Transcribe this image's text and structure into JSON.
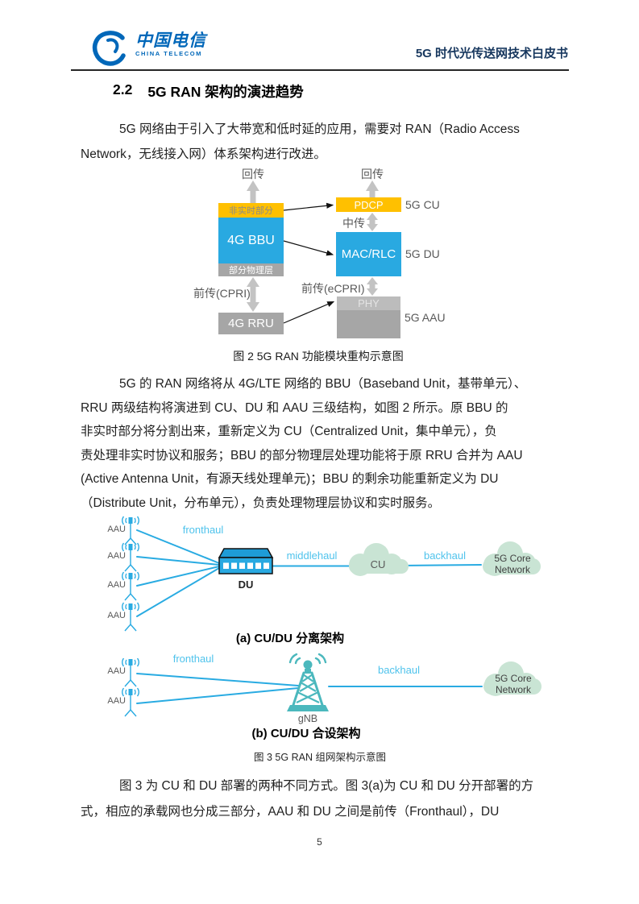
{
  "header": {
    "logo_zh": "中国电信",
    "logo_en": "CHINA TELECOM",
    "doc_title": "5G 时代光传送网技术白皮书"
  },
  "section": {
    "number": "2.2",
    "title": "5G RAN 架构的演进趋势"
  },
  "paragraphs": {
    "p1": [
      "5G 网络由于引入了大带宽和低时延的应用，需要对 RAN（Radio  Access",
      "Network，无线接入网）体系架构进行改进。"
    ],
    "p2": [
      "5G 的 RAN 网络将从 4G/LTE 网络的 BBU（Baseband Unit，基带单元）、",
      "RRU 两级结构将演进到 CU、DU 和  AAU 三级结构，如图  2 所示。原 BBU 的",
      "非实时部分将分割出来，重新定义为 CU（Centralized   Unit，集中单元），负",
      "责处理非实时协议和服务；BBU 的部分物理层处理功能将于原  RRU 合并为 AAU",
      "(Active  Antenna  Unit，有源天线处理单元)；BBU 的剩余功能重新定义为 DU",
      "（Distribute Unit，分布单元），负责处理物理层协议和实时服务。"
    ],
    "p3": [
      "图  3 为 CU 和 DU 部署的两种不同方式。图 3(a)为 CU 和 DU 分开部署的方",
      "式，相应的承载网也分成三部分，AAU  和  DU  之间是前传（Fronthaul），DU"
    ]
  },
  "figure2": {
    "caption": "图  2 5G RAN 功能模块重构示意图",
    "boxes": {
      "non_realtime": "非实时部分",
      "bbu": "4G BBU",
      "partial_phy": "部分物理层",
      "rru": "4G RRU",
      "pdcp": "PDCP",
      "mac_rlc": "MAC/RLC",
      "phy": "PHY"
    },
    "labels": {
      "backhaul_left": "回传",
      "backhaul_right": "回传",
      "midhaul": "中传",
      "fronthaul_cpri": "前传(CPRI)",
      "fronthaul_ecpri": "前传(eCPRI)",
      "cu": "5G CU",
      "du": "5G DU",
      "aau": "5G AAU"
    },
    "colors": {
      "orange": "#FFC000",
      "blue": "#29A9E1",
      "gray": "#A6A6A6",
      "arrow_gray": "#C3C3C3"
    }
  },
  "figure3": {
    "caption": "图  3 5G RAN 组网架构示意图",
    "sub_a": {
      "caption": "(a) CU/DU 分离架构",
      "aau_labels": [
        "AAU",
        "AAU",
        "AAU",
        "AAU"
      ],
      "du": "DU",
      "fronthaul": "fronthaul",
      "middlehaul": "middlehaul",
      "backhaul": "backhaul",
      "cu_cloud": "CU",
      "core_cloud": [
        "5G Core",
        "Network"
      ]
    },
    "sub_b": {
      "caption": "(b) CU/DU 合设架构",
      "aau_labels": [
        "AAU",
        "AAU"
      ],
      "gnb": "gNB",
      "fronthaul": "fronthaul",
      "backhaul": "backhaul",
      "core_cloud": [
        "5G Core",
        "Network"
      ]
    },
    "colors": {
      "line_cyan": "#29ABE2",
      "label_cyan": "#4FC3EC",
      "cloud_green": "#C9E4D4",
      "tower_teal": "#4BB8BD"
    }
  },
  "footer": {
    "page_number": "5"
  }
}
